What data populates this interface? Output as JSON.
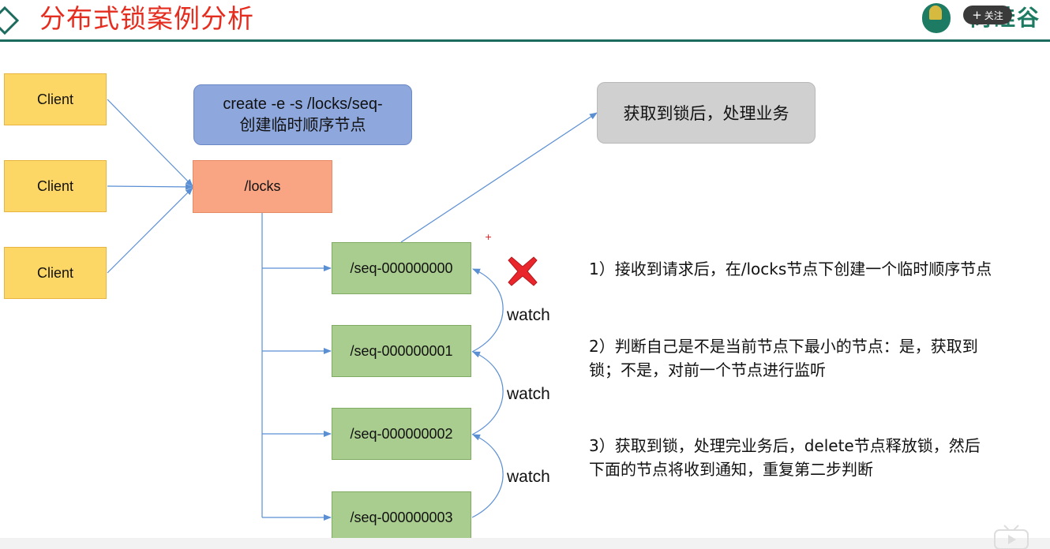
{
  "slide": {
    "title": "分布式锁案例分析",
    "follow_label": "关注",
    "brand_text": "尚硅谷"
  },
  "clients": [
    {
      "label": "Client"
    },
    {
      "label": "Client"
    },
    {
      "label": "Client"
    }
  ],
  "create_box": {
    "line1": "create -e -s /locks/seq-",
    "line2": "创建临时顺序节点"
  },
  "locks_node": {
    "label": "/locks"
  },
  "result_box": {
    "label": "获取到锁后，处理业务"
  },
  "seq_nodes": [
    {
      "label": "/seq-000000000"
    },
    {
      "label": "/seq-000000001"
    },
    {
      "label": "/seq-000000002"
    },
    {
      "label": "/seq-000000003"
    }
  ],
  "watch_labels": [
    "watch",
    "watch",
    "watch"
  ],
  "steps": [
    {
      "lines": [
        "1）接收到请求后，在/locks节点下创建一个临时顺序节点"
      ]
    },
    {
      "lines": [
        "2）判断自己是不是当前节点下最小的节点：是，获取到",
        "锁；不是，对前一个节点进行监听"
      ]
    },
    {
      "lines": [
        "3）获取到锁，处理完业务后，delete节点释放锁，然后",
        "下面的节点将收到通知，重复第二步判断"
      ]
    }
  ],
  "colors": {
    "title_red": "#e52d1f",
    "rule_green": "#1c6b5f",
    "arrow_blue": "#5b8fd4",
    "client_fill": "#fdd765",
    "locks_fill": "#f9a583",
    "seq_fill": "#a9cd8e",
    "create_fill": "#8ea8dd",
    "result_fill": "#d0d0d0"
  }
}
